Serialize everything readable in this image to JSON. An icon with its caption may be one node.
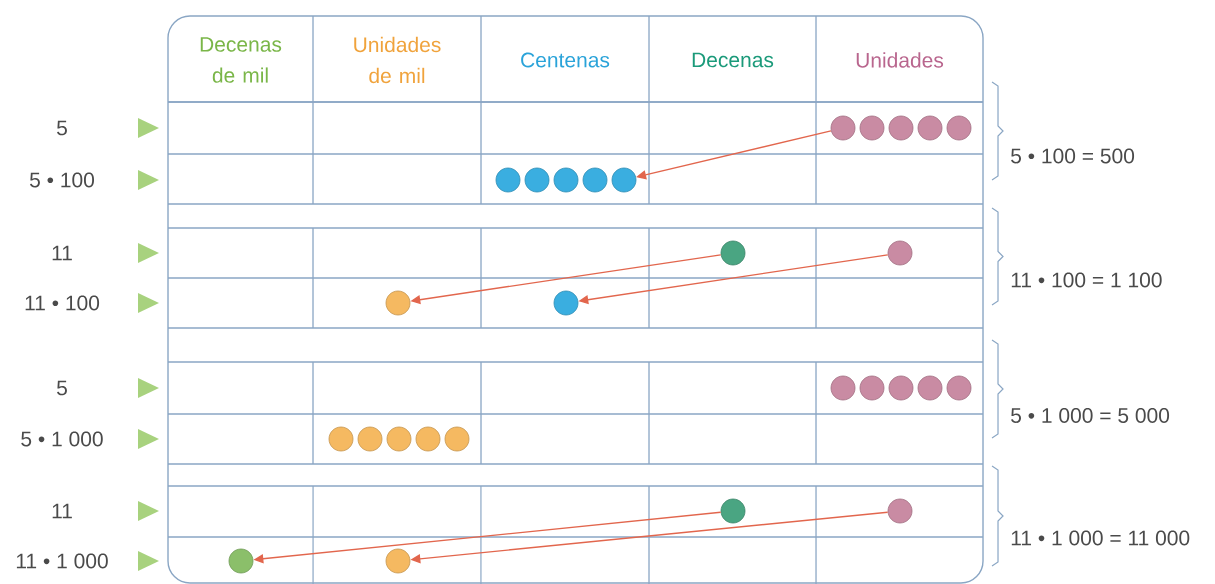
{
  "diagram": {
    "nodes": [
      {
        "text": [],
        "shape": "circle"
      },
      {
        "text": [],
        "shape": "circle"
      },
      {
        "text": [],
        "shape": "circle"
      },
      {
        "text": [],
        "shape": "circle"
      },
      {
        "text": [],
        "shape": "circle"
      },
      {
        "text": [],
        "shape": "circle"
      },
      {
        "text": [],
        "shape": "circle"
      },
      {
        "text": [],
        "shape": "circle"
      },
      {
        "text": [],
        "shape": "circle"
      },
      {
        "text": [],
        "shape": "circle"
      },
      {
        "text": [],
        "shape": "circle"
      },
      {
        "text": [],
        "shape": "circle"
      },
      {
        "text": [],
        "shape": "circle"
      },
      {
        "text": [],
        "shape": "circle"
      },
      {
        "text": [],
        "shape": "circle"
      },
      {
        "text": [],
        "shape": "circle"
      },
      {
        "text": [],
        "shape": "circle"
      },
      {
        "text": [],
        "shape": "circle"
      },
      {
        "text": [],
        "shape": "circle"
      },
      {
        "text": [],
        "shape": "circle"
      },
      {
        "text": [],
        "shape": "circle"
      },
      {
        "text": [],
        "shape": "circle"
      },
      {
        "text": [],
        "shape": "circle"
      },
      {
        "text": [],
        "shape": "circle"
      },
      {
        "text": [],
        "shape": "circle"
      },
      {
        "text": [],
        "shape": "circle"
      },
      {
        "text": [],
        "shape": "circle"
      },
      {
        "text": [],
        "shape": "circle"
      }
    ],
    "edges": [
      {
        "from": 0,
        "to": 9,
        "arrow": "to"
      },
      {
        "from": 10,
        "to": 12,
        "arrow": "to"
      },
      {
        "from": 11,
        "to": 13,
        "arrow": "to"
      },
      {
        "from": 24,
        "to": 26,
        "arrow": "to"
      },
      {
        "from": 25,
        "to": 27,
        "arrow": "to"
      }
    ],
    "labels": [
      "Decenas de mil",
      "Unidades de mil",
      "Centenas",
      "Decenas",
      "Unidades",
      "5",
      "5 • 100 = 500",
      "5 • 100",
      "11",
      "11 • 100 = 1 100",
      "11 • 100",
      "5",
      "5 • 1 000 = 5 000",
      "5 • 1 000",
      "11",
      "11 • 1 000 = 11 000",
      "11 • 1 000"
    ]
  }
}
